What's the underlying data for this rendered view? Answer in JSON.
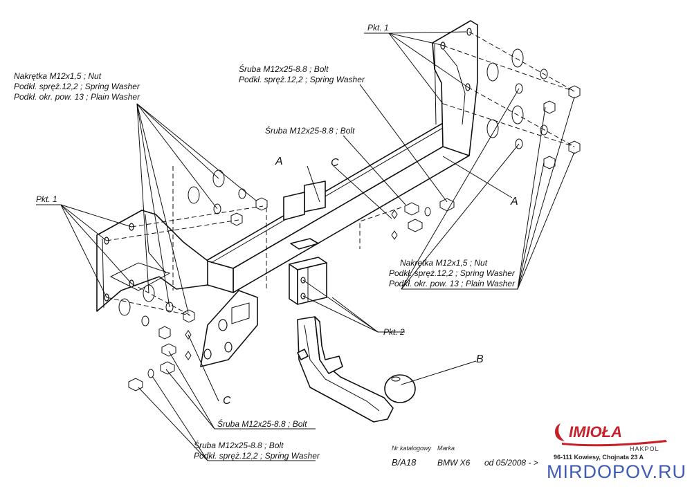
{
  "labels": {
    "pkt1_top": "Pkt. 1",
    "pkt1_left": "Pkt. 1",
    "pkt2": "Pkt. 2",
    "nut_set_left": {
      "l1": "Nakrętka  M12x1,5 ; Nut",
      "l2": "Podkł. spręż.12,2 ; Spring Washer",
      "l3": "Podkł. okr. pow. 13 ; Plain Washer"
    },
    "nut_set_right": {
      "l1": "Nakrętka  M12x1,5 ; Nut",
      "l2": "Podkł. spręż.12,2 ; Spring Washer",
      "l3": "Podkł. okr. pow. 13 ; Plain Washer"
    },
    "bolt_washer_top": {
      "l1": "Śruba M12x25-8.8 ;  Bolt",
      "l2": "Podkł. spręż.12,2 ; Spring Washer"
    },
    "bolt_mid": "Śruba M12x25-8.8 ;  Bolt",
    "bolt_bottom": "Śruba M12x25-8.8 ;  Bolt",
    "bolt_washer_bottom": {
      "l1": "Śruba M12x25-8.8 ;  Bolt",
      "l2": "Podkł. spręż.12,2 ; Spring Washer"
    },
    "part_a1": "A",
    "part_a2": "A",
    "part_b": "B",
    "part_c1": "C",
    "part_c2": "C"
  },
  "footer": {
    "catalog_caption": "Nr katalogowy",
    "catalog_no": "B/A18",
    "brand_caption": "Marka",
    "brand": "BMW X6",
    "date": "od  05/2008 - >",
    "address": "96-111 Kowiesy, Chojnata 23 A"
  },
  "logo": {
    "name": "IMIOŁA",
    "sub": "HAKPOL",
    "color": "#c8202a"
  },
  "watermark": {
    "text": "MIRDOPOV.RU",
    "color": "#3f5bb5"
  }
}
